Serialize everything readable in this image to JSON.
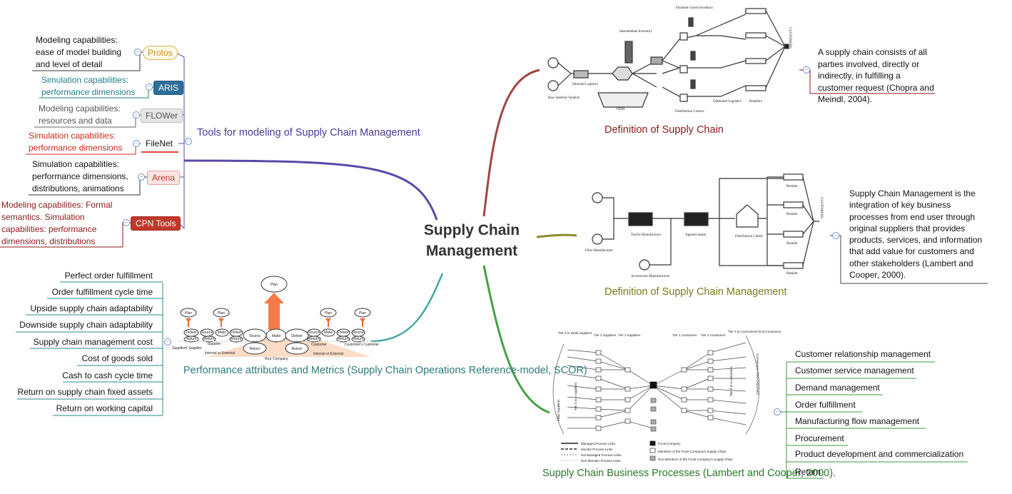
{
  "central_topic": "Supply Chain Management",
  "left": {
    "tools": {
      "title": "Tools for modeling of Supply Chain Management",
      "items": [
        {
          "tool": "Protos",
          "note": "Modeling capabilities: ease of model building and level of detail",
          "note_color": "#111111"
        },
        {
          "tool": "ARIS",
          "note": "Simulation capabilities: performance dimensions",
          "note_color": "#1f7f8a"
        },
        {
          "tool": "FLOWer",
          "note": "Modeling capabilities: resources and data",
          "note_color": "#555555"
        },
        {
          "tool": "FileNet",
          "note": "Simulation capabilities: performance dimensions",
          "note_color": "#cc2a1f"
        },
        {
          "tool": "Arena",
          "note": "Simulation capabilities: performance dimensions, distributions, animations",
          "note_color": "#111111"
        },
        {
          "tool": "CPN Tools",
          "note": "Modeling capabilities: Formal semantics.   Simulation capabilities: performance dimensions, distributions",
          "note_color": "#8b1a1a"
        }
      ]
    },
    "scor": {
      "title": "Performance attributes and Metrics (Supply Chain Operations Reference-model, SCOR)",
      "metrics": [
        "Perfect order fulfillment",
        "Order fulfillment cycle time",
        "Upside supply chain adaptability",
        "Downside supply chain adaptability",
        "Supply chain management cost",
        "Cost of goods sold",
        "Cash to cash cycle time",
        "Return on supply chain fixed assets",
        "Return on working capital"
      ],
      "diagram": {
        "top_plan": "Plan",
        "plans": [
          "Plan",
          "Plan",
          "Plan",
          "Plan"
        ],
        "center_processes": [
          "Source",
          "Make",
          "Deliver",
          "Return",
          "Return"
        ],
        "small_left": [
          "Deliver",
          "Source",
          "Make",
          "Deliver",
          "Source"
        ],
        "small_right": [
          "Source",
          "Make",
          "Deliver",
          "Source"
        ],
        "returns": [
          "Return",
          "Return",
          "Return",
          "Return",
          "Return",
          "Return"
        ],
        "labels": [
          "Suppliers' Supplier",
          "Supplier",
          "Internal or External",
          "Your Company",
          "Customer",
          "Internal or External",
          "Customer's Customer"
        ]
      }
    }
  },
  "right": {
    "definition_sc": {
      "title": "Definition of Supply Chain",
      "note": "A supply chain consists of all parties involved, directly or indirectly, in fulfilling a customer request (Chopra and Meindl, 2004).",
      "diagram": {
        "labels": [
          "Raw material Vendors",
          "Inbound Logistics",
          "Intermediate Inventory",
          "OEM",
          "Finished Goods Inventory",
          "Distribution Centres",
          "Outbound Logistics",
          "Retailers",
          "CUSTOMERS"
        ]
      }
    },
    "definition_scm": {
      "title": "Definition of Supply Chain Management",
      "note": "Supply Chain Management is the integration of key business processes from end user through original suppliers that provides products, services, and information that add value for customers and other stakeholders (Lambert and Cooper, 2000).",
      "diagram": {
        "labels": [
          "Fibre Manufacturer",
          "Textile Manufacturer",
          "Apparel maker",
          "Distribution Centre",
          "Accessories Manufacturers",
          "Retailer",
          "Retailer",
          "Retailer",
          "Retailer",
          "CUSTOMERS"
        ]
      }
    },
    "business_processes": {
      "title": "Supply Chain Business Processes (Lambert and Cooper, 2000).",
      "processes": [
        "Customer relationship management",
        "Customer service management",
        "Demand management",
        "Order fulfillment",
        "Manufacturing flow management",
        "Procurement",
        "Product development and commercialization",
        "Return"
      ],
      "diagram": {
        "header_labels": [
          "Tier 3 to Initial suppliers",
          "Tier 2 Suppliers",
          "Tier 1 Suppliers",
          "Tier 1 Customers",
          "Tier 2 Customers",
          "Tier 3 to Consumers/ End-Customers"
        ],
        "side_left": [
          "Initial Suppliers",
          "Tier 3 to n suppliers"
        ],
        "side_right": [
          "Consumers / End-Customers",
          "Tier 3 to n customers"
        ],
        "legend": [
          "Managed Process Links",
          "Monitor Process Links",
          "Not-Managed Process Links",
          "Non-Member Process Links",
          "Focal Company",
          "Members of the Focal Company's Supply Chain",
          "Non-Members of the Focal Company's Supply Chain"
        ]
      }
    }
  },
  "colors": {
    "branch_tools": "#5b47a8",
    "branch_scor": "#3a9a9a",
    "branch_def_sc": "#a04040",
    "branch_def_scm": "#8a8a2a",
    "branch_processes": "#3f9a3f",
    "text_tools": "#4a3a9a",
    "text_scor": "#2e7a7a",
    "text_def_sc": "#8b1a1a",
    "text_def_scm": "#7a7a1a",
    "text_processes": "#2a7a2a"
  }
}
